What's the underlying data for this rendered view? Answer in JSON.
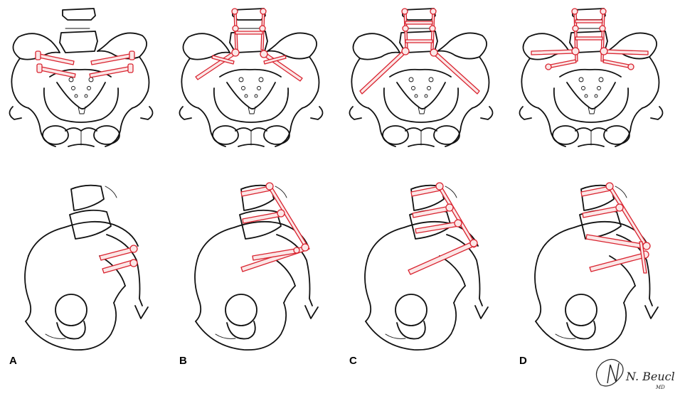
{
  "panels": [
    {
      "id": "A",
      "label": "A"
    },
    {
      "id": "B",
      "label": "B"
    },
    {
      "id": "C",
      "label": "C"
    },
    {
      "id": "D",
      "label": "D"
    }
  ],
  "signature": {
    "name": "N. Beucler",
    "suffix": "MD"
  },
  "colors": {
    "bone": "#111111",
    "hardware": "#d9232f",
    "background": "#ffffff"
  }
}
